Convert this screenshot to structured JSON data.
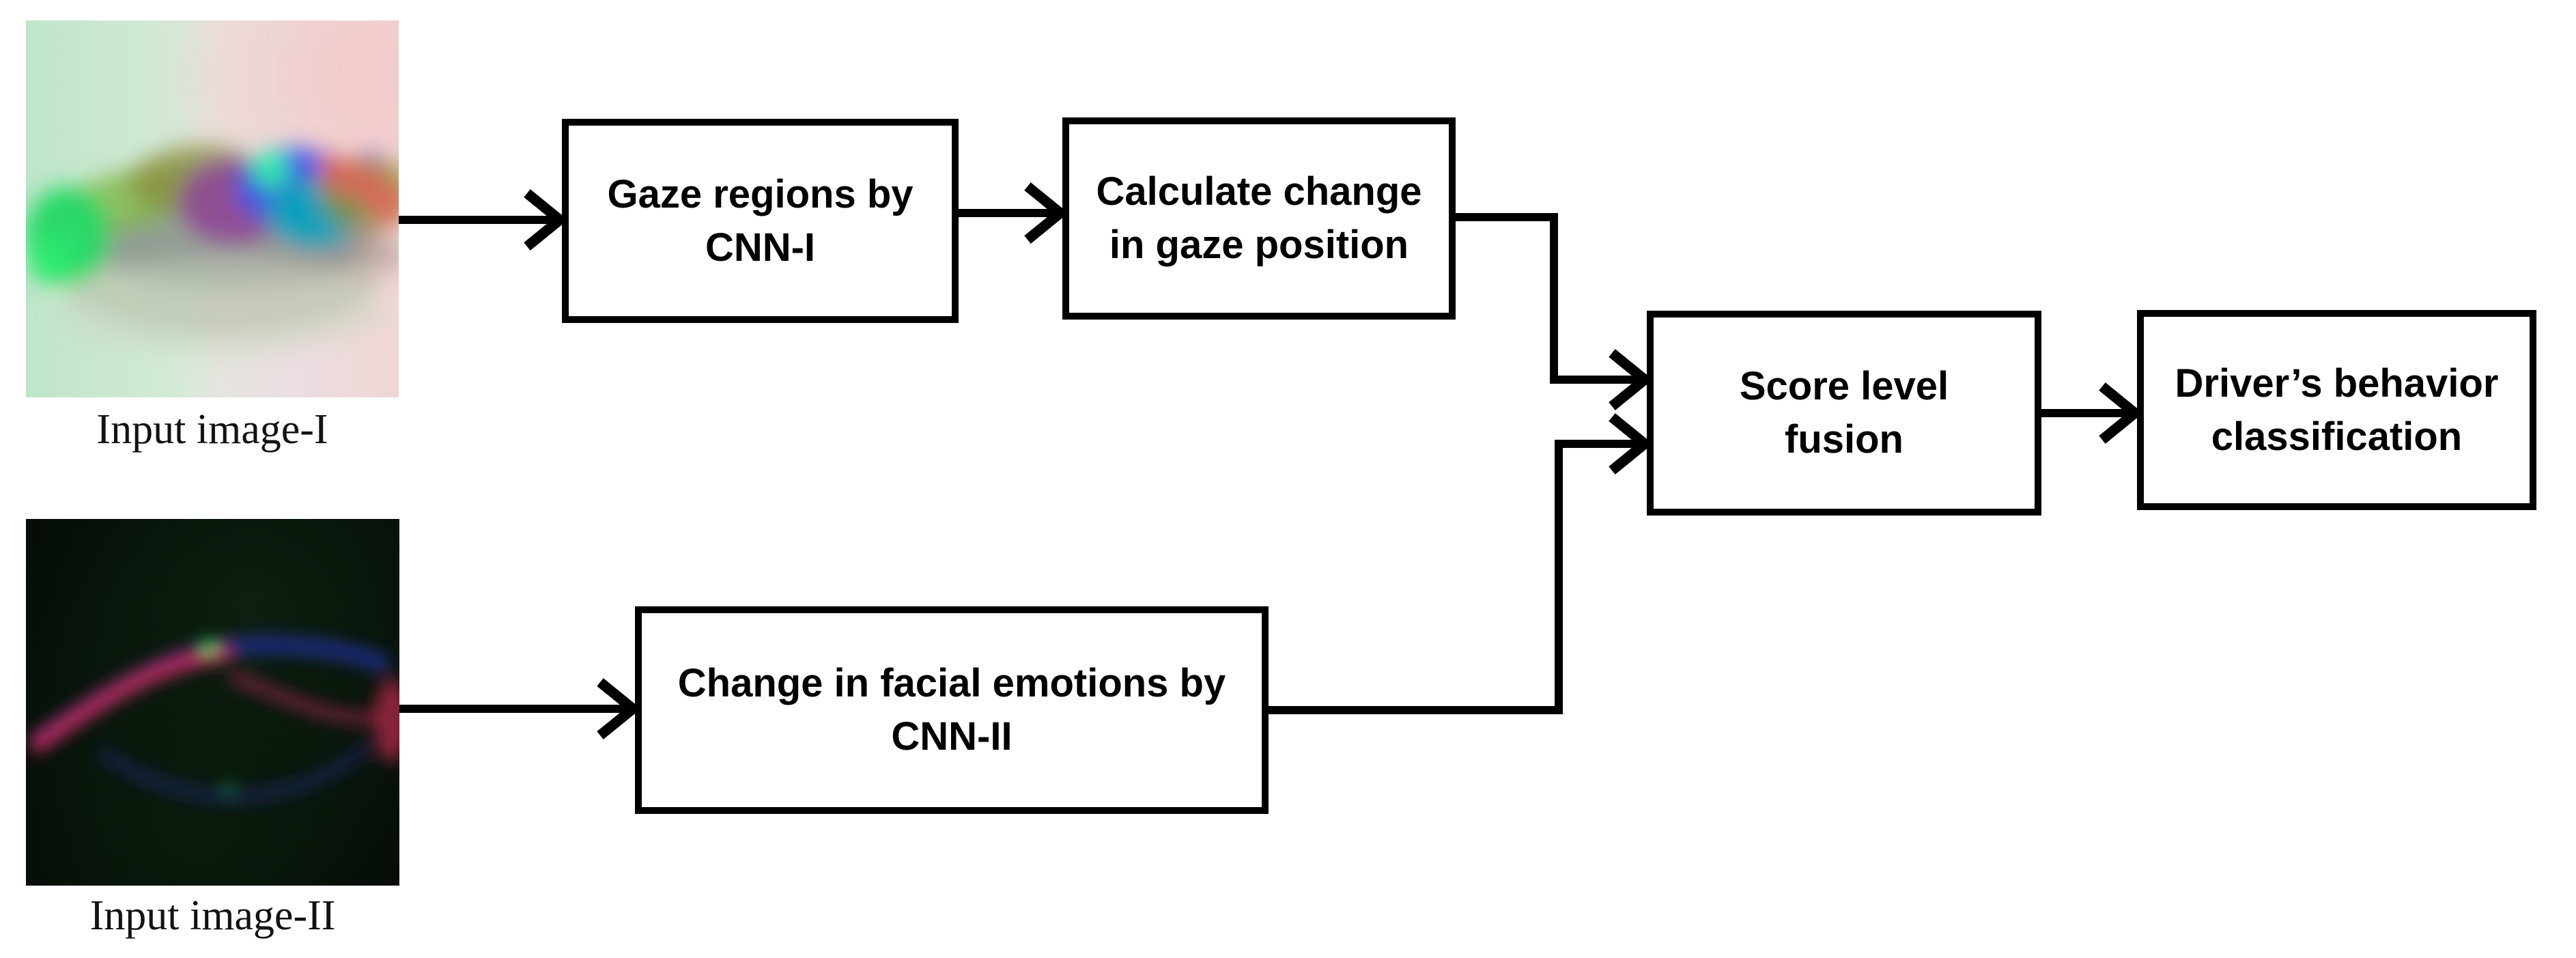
{
  "figure": {
    "background_color": "#ffffff",
    "line_color": "#000000",
    "box_fill_color": "#ffffff",
    "inputs": [
      {
        "caption": "Input image-I"
      },
      {
        "caption": "Input image-II"
      }
    ],
    "boxes": [
      {
        "id": "cnn1",
        "label": "Gaze regions by CNN-I",
        "lines": [
          "Gaze regions by",
          "CNN-I"
        ]
      },
      {
        "id": "gaze-change",
        "label": "Calculate change in gaze position",
        "lines": [
          "Calculate change",
          "in gaze position"
        ]
      },
      {
        "id": "cnn2",
        "label": "Change in facial emotions by CNN-II",
        "lines": [
          "Change in facial emotions by",
          "CNN-II"
        ]
      },
      {
        "id": "fusion",
        "label": "Score level fusion",
        "lines": [
          "Score level",
          "fusion"
        ]
      },
      {
        "id": "classification",
        "label": "Driver’s behavior classification",
        "lines": [
          "Driver’s behavior",
          "classification"
        ]
      }
    ]
  }
}
